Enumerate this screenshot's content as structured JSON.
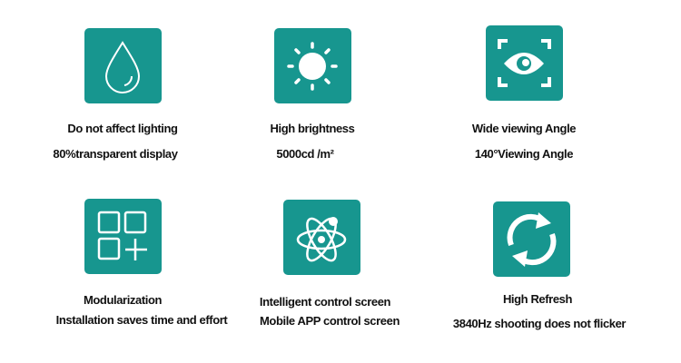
{
  "features": [
    {
      "icon": "water-drop-icon",
      "title": "Do  not affect lighting",
      "subtitle": "80%transparent display"
    },
    {
      "icon": "sun-icon",
      "title": "High brightness",
      "subtitle": "5000cd /m²"
    },
    {
      "icon": "eye-focus-icon",
      "title": "Wide viewing Angle",
      "subtitle": "140°Viewing Angle"
    },
    {
      "icon": "modules-icon",
      "title": "Modularization",
      "subtitle": "Installation saves time and effort"
    },
    {
      "icon": "atom-icon",
      "title": "Intelligent control screen",
      "subtitle": "Mobile APP control screen"
    },
    {
      "icon": "refresh-icon",
      "title": "High Refresh",
      "subtitle": "3840Hz shooting does not flicker"
    }
  ],
  "colors": {
    "accent": "#17968f"
  }
}
